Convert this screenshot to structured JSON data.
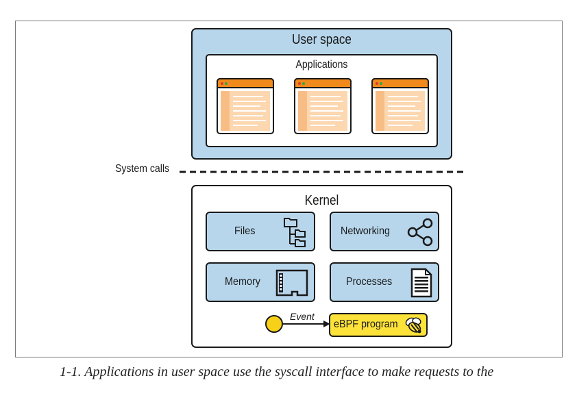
{
  "diagram": {
    "user_space": {
      "title": "User space",
      "applications_label": "Applications",
      "app_window_count": 3
    },
    "system_calls_label": "System calls",
    "kernel": {
      "title": "Kernel",
      "subsystems": [
        {
          "label": "Files",
          "icon": "file-tree-icon"
        },
        {
          "label": "Networking",
          "icon": "share-network-icon"
        },
        {
          "label": "Memory",
          "icon": "memory-card-icon"
        },
        {
          "label": "Processes",
          "icon": "document-list-icon"
        }
      ],
      "event_label": "Event",
      "ebpf_label": "eBPF program",
      "ebpf_icon": "bee-icon"
    },
    "caption": "1-1. Applications in user space use the syscall interface to make requests to the",
    "colors": {
      "box_fill": "#b7d6ec",
      "titlebar": "#f08a1c",
      "app_content": "#fcd7b0",
      "ebpf_fill": "#fde23a",
      "event_dot": "#f7d117"
    }
  }
}
